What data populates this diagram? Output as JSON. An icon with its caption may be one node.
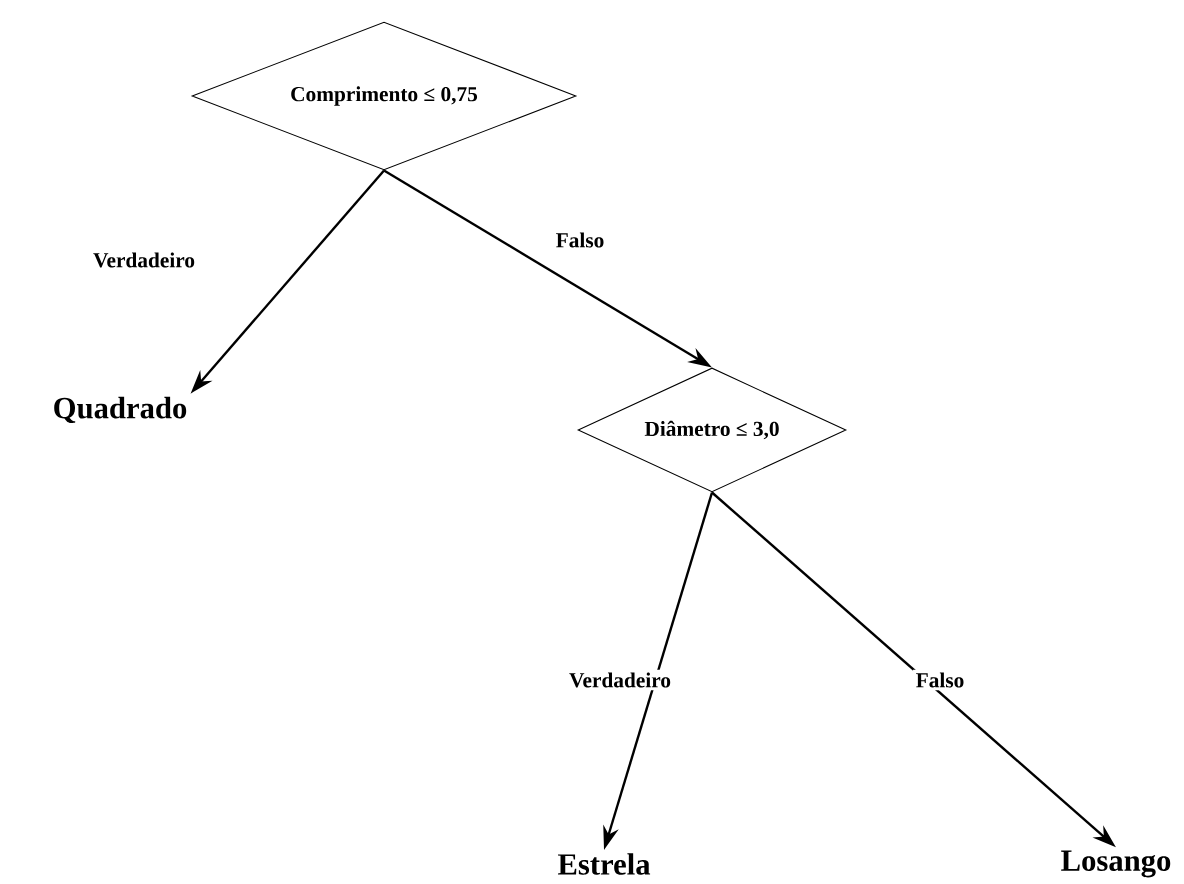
{
  "diagram": {
    "nodes": [
      {
        "text": [
          "Comprimento ≤ 0,75"
        ]
      },
      {
        "text": [
          "Quadrado"
        ]
      },
      {
        "text": [
          "Diâmetro ≤ 3,0"
        ]
      },
      {
        "text": [
          "Estrela"
        ]
      },
      {
        "text": [
          "Losango"
        ]
      }
    ],
    "edges": [
      {
        "from": 0,
        "to": 1,
        "arrow": "to",
        "label": "Verdadeiro"
      },
      {
        "from": 0,
        "to": 2,
        "arrow": "to",
        "label": "Falso"
      },
      {
        "from": 2,
        "to": 3,
        "arrow": "to",
        "label": "Verdadeiro"
      },
      {
        "from": 2,
        "to": 4,
        "arrow": "to",
        "label": "Falso"
      }
    ]
  }
}
